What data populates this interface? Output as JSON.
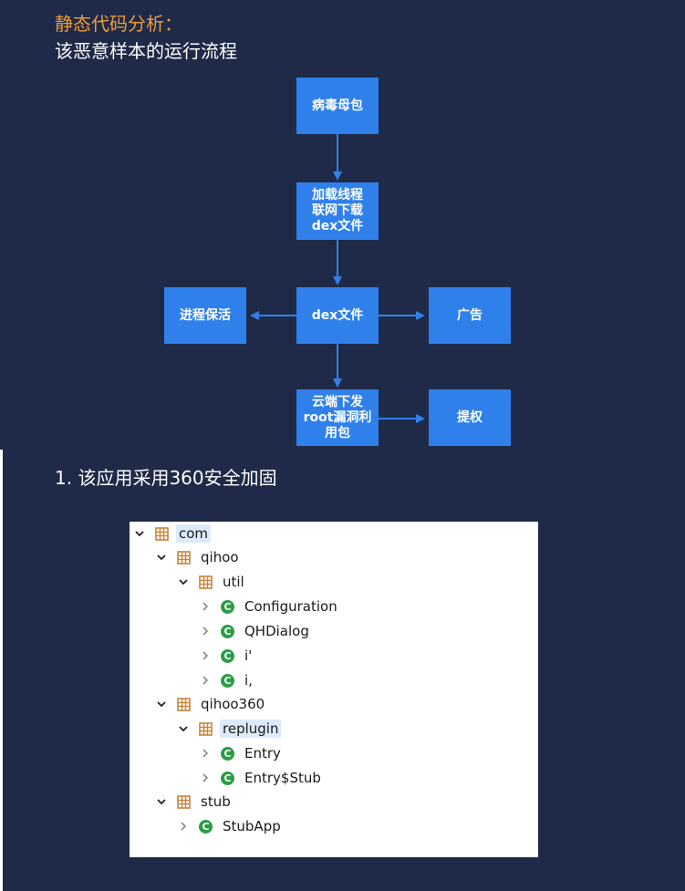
{
  "header": {
    "subtitle_orange": "静态代码分析：",
    "subtitle_white": "该恶意样本的运行流程"
  },
  "flow": {
    "virus_parent": "病毒母包",
    "load_thread": [
      "加载线程",
      "联网下载",
      "dex文件"
    ],
    "dex_file": "dex文件",
    "keepalive": "进程保活",
    "ads": "广告",
    "cloud": [
      "云端下发",
      "root漏洞利",
      "用包"
    ],
    "privilege": "提权"
  },
  "section": {
    "heading": "1. 该应用采用360安全加固"
  },
  "tree": {
    "items": [
      {
        "label": "com",
        "kind": "package",
        "expanded": true,
        "selected": true
      },
      {
        "label": "qihoo",
        "kind": "package",
        "expanded": true
      },
      {
        "label": "util",
        "kind": "package",
        "expanded": true
      },
      {
        "label": "Configuration",
        "kind": "class"
      },
      {
        "label": "QHDialog",
        "kind": "class"
      },
      {
        "label": "i'",
        "kind": "class"
      },
      {
        "label": "i,",
        "kind": "class"
      },
      {
        "label": "qihoo360",
        "kind": "package",
        "expanded": true
      },
      {
        "label": "replugin",
        "kind": "package",
        "expanded": true,
        "selected": true
      },
      {
        "label": "Entry",
        "kind": "class"
      },
      {
        "label": "Entry$Stub",
        "kind": "class"
      },
      {
        "label": "stub",
        "kind": "package",
        "expanded": true
      },
      {
        "label": "StubApp",
        "kind": "class"
      }
    ]
  },
  "colors": {
    "background": "#1e2a47",
    "box": "#2f80ea",
    "accent_orange": "#f09a3c",
    "class_icon": "#2a9d46",
    "package_icon": "#c8843a"
  }
}
